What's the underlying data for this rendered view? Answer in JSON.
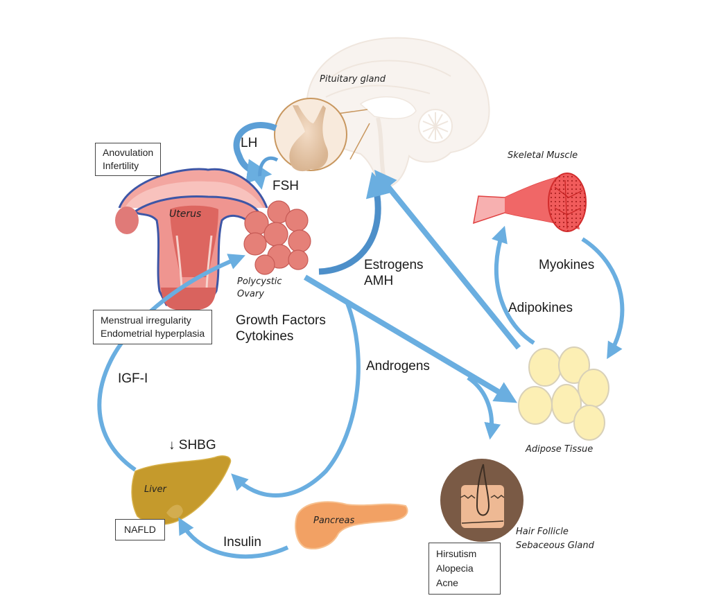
{
  "colors": {
    "arrow": "#6aaee0",
    "arrow_dark": "#3f86c2",
    "uterus": "#e07a78",
    "ovary": "#e17b74",
    "pituitary": "#e8c9ad",
    "liver": "#c59a2c",
    "pancreas": "#f2a164",
    "muscle": "#e83a3a",
    "adipose": "#fbeeb0",
    "follicle_bg": "#7a5a45",
    "skin": "#eeb994"
  },
  "organs": {
    "pituitary": "Pituitary gland",
    "uterus": "Uterus",
    "ovary_line1": "Polycystic",
    "ovary_line2": "Ovary",
    "muscle": "Skeletal Muscle",
    "adipose": "Adipose Tissue",
    "liver": "Liver",
    "pancreas": "Pancreas",
    "follicle_line1": "Hair Follicle",
    "follicle_line2": "Sebaceous Gland"
  },
  "signals": {
    "lh": "LH",
    "fsh": "FSH",
    "estrogens": "Estrogens",
    "amh": "AMH",
    "growth_factors": "Growth Factors",
    "cytokines": "Cytokines",
    "androgens": "Androgens",
    "igf": "IGF-I",
    "shbg": "↓ SHBG",
    "insulin": "Insulin",
    "myokines": "Myokines",
    "adipokines": "Adipokines"
  },
  "boxes": {
    "anovulation": [
      "Anovulation",
      "Infertility"
    ],
    "menstrual": [
      "Menstrual irregularity",
      "Endometrial hyperplasia"
    ],
    "nafld": [
      "NAFLD"
    ],
    "hirsutism": [
      "Hirsutism",
      "Alopecia",
      "Acne"
    ]
  }
}
